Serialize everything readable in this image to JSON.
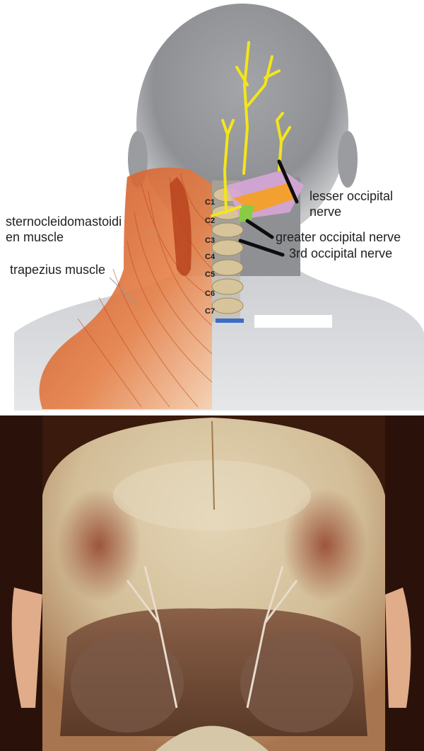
{
  "panel_a": {
    "labels": {
      "lesser_occipital": [
        "lesser occipital",
        "nerve"
      ],
      "sternocleidomastoid": [
        "sternocleidomastoidi",
        "en muscle"
      ],
      "greater_occipital": "greater occipital nerve",
      "third_occipital": "3rd occipital nerve",
      "trapezius": "trapezius muscle"
    },
    "vertebrae": [
      "C1",
      "C2",
      "C3",
      "C4",
      "C5",
      "C6",
      "C7"
    ],
    "colors": {
      "nerve": "#f4e51a",
      "pointer_line": "#0d0d0d",
      "muscle": "#d9652a",
      "head_shadow": "#8c8e92",
      "bone": "#d8c49a",
      "highlight_blue": "#3a6cc8"
    }
  },
  "panel_b": {
    "description_colors": {
      "background": "#3a1a0c",
      "scalp": "#d8c8a6",
      "muscle": "#7a4e36"
    }
  }
}
